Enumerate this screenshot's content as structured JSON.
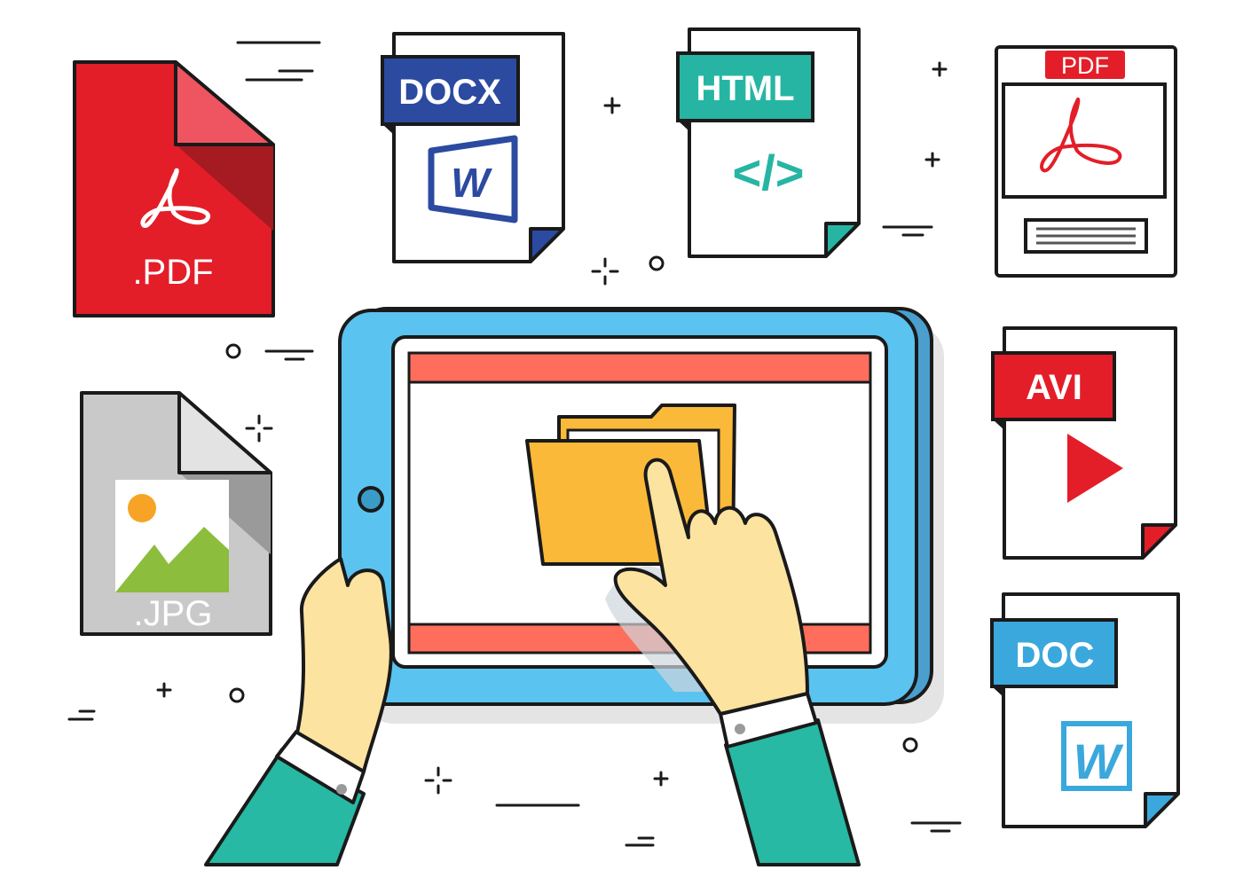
{
  "files": {
    "pdf_red": {
      "label": ".PDF"
    },
    "docx": {
      "label": "DOCX",
      "app_letter": "W"
    },
    "html": {
      "label": "HTML",
      "code_glyph": "</>"
    },
    "pdf_reader": {
      "label": "PDF"
    },
    "jpg": {
      "label": ".JPG"
    },
    "avi": {
      "label": "AVI"
    },
    "doc": {
      "label": "DOC",
      "app_letter": "W"
    }
  },
  "icons": {
    "pdf": "acrobat-icon",
    "word": "word-icon",
    "code": "code-icon",
    "image": "image-icon",
    "video": "play-icon",
    "folder": "folder-icon"
  },
  "colors": {
    "outline": "#1a1a1a",
    "pdf_red": "#e31e28",
    "docx_blue": "#2b4aa0",
    "html_teal": "#27b5a3",
    "doc_blue": "#3aa8dc",
    "tablet_blue": "#5ac3f0",
    "bar_coral": "#ff6e5d",
    "folder_yellow": "#fbb93a",
    "skin": "#fde3a0",
    "sleeve_green": "#27b9a4",
    "jpg_gray": "#c9c9c9"
  }
}
